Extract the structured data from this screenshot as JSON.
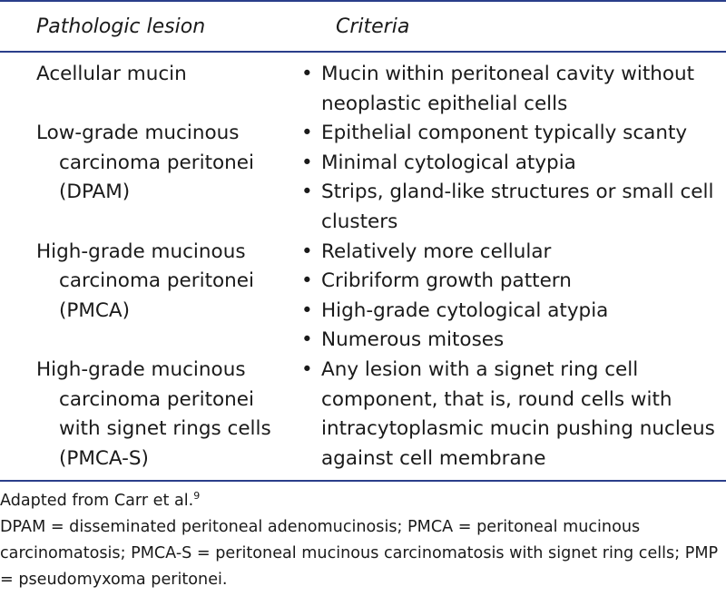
{
  "header": {
    "lesion": "Pathologic lesion",
    "criteria": "Criteria"
  },
  "rows": [
    {
      "lesion": [
        "Acellular mucin"
      ],
      "criteria": [
        "Mucin within peritoneal cavity without neoplastic epithelial cells"
      ]
    },
    {
      "lesion": [
        "Low-grade mucinous",
        "carcinoma peritonei",
        "(DPAM)"
      ],
      "criteria": [
        "Epithelial component typically scanty",
        "Minimal cytological atypia",
        "Strips, gland-like structures or small cell clusters"
      ]
    },
    {
      "lesion": [
        "High-grade mucinous",
        "carcinoma peritonei",
        "(PMCA)"
      ],
      "criteria": [
        "Relatively more cellular",
        "Cribriform growth pattern",
        "High-grade cytological atypia",
        "Numerous mitoses"
      ]
    },
    {
      "lesion": [
        "High-grade mucinous",
        "carcinoma peritonei",
        "with signet rings cells",
        "(PMCA-S)"
      ],
      "criteria": [
        "Any lesion with a signet ring cell component, that is, round cells with intracytoplasmic mucin pushing nucleus against cell membrane"
      ]
    }
  ],
  "footnotes": {
    "source": "Adapted from Carr et al.",
    "source_ref": "9",
    "abbreviations": "DPAM = disseminated peritoneal adenomucinosis; PMCA = peritoneal mucinous carcinomatosis; PMCA-S = peritoneal mucinous carcinomatosis with signet ring cells; PMP = pseudomyxoma peritonei."
  },
  "colors": {
    "rule": "#2a3e8a",
    "text": "#1a1a1a"
  }
}
